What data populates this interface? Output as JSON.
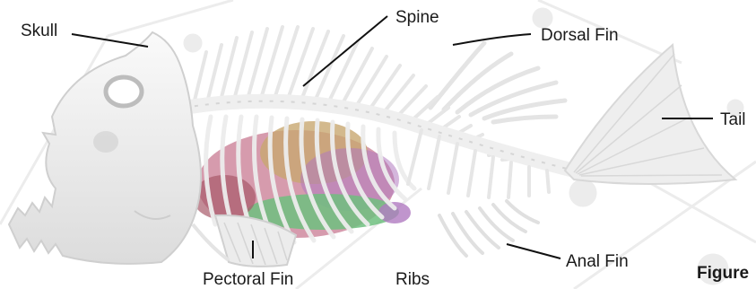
{
  "labels": {
    "skull": "Skull",
    "spine": "Spine",
    "dorsal_fin": "Dorsal Fin",
    "tail": "Tail",
    "anal_fin": "Anal Fin",
    "pectoral_fin": "Pectoral Fin",
    "ribs": "Ribs"
  },
  "caption": "Figure",
  "colors": {
    "bone": "#eeeeee",
    "bone_shadow": "#d2d2d2",
    "pink_organ": "#c87a92",
    "tan_organ": "#c8a870",
    "green_organ": "#6fbf7f",
    "purple_organ": "#b07ac0",
    "leader_line": "#111111"
  }
}
